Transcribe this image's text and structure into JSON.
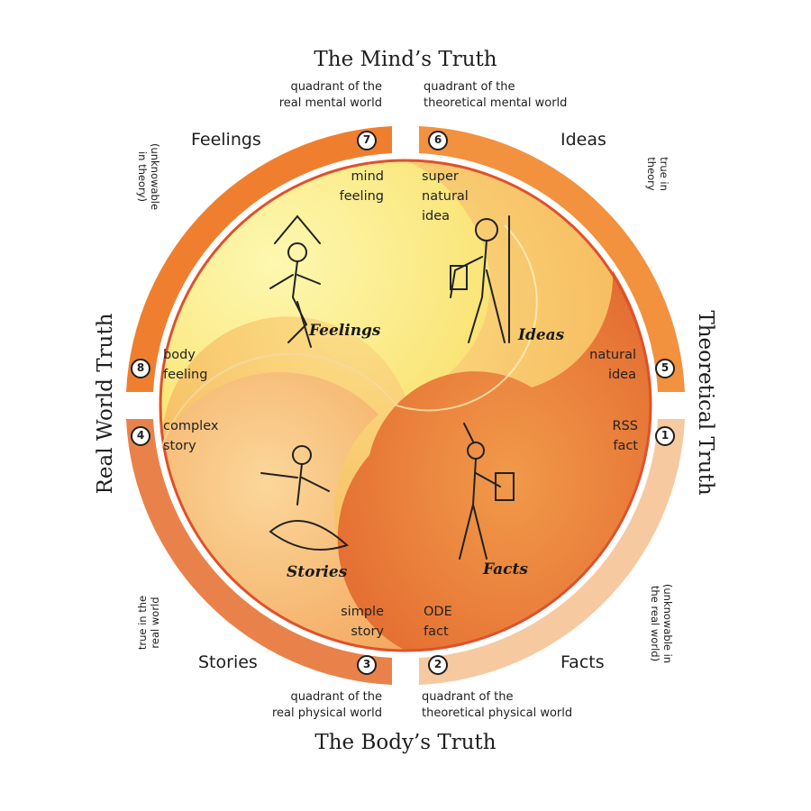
{
  "axes": {
    "top": "The Mind’s Truth",
    "bottom": "The Body’s Truth",
    "left": "Real World Truth",
    "right": "Theoretical Truth"
  },
  "quadrant_names": {
    "feelings": "Feelings",
    "ideas": "Ideas",
    "stories": "Stories",
    "facts": "Facts"
  },
  "quadrant_notes": {
    "top_left": [
      "quadrant of the",
      "real mental world"
    ],
    "top_right": [
      "quadrant of the",
      "theoretical  mental world"
    ],
    "bottom_left": [
      "quadrant of the",
      "real physical world"
    ],
    "bottom_right": [
      "quadrant of the",
      "theoretical physical world"
    ]
  },
  "side_notes": {
    "top_left": [
      "(unknowable",
      "in theory)"
    ],
    "top_right": [
      "true in",
      "theory"
    ],
    "bottom_left": [
      "true in the",
      "real world"
    ],
    "bottom_right": [
      "(unknowable in",
      "the real world)"
    ]
  },
  "inner_labels": {
    "mind_feeling": [
      "mind",
      "feeling"
    ],
    "super_natural_idea": [
      "super",
      "natural",
      "idea"
    ],
    "body_feeling": [
      "body",
      "feeling"
    ],
    "natural_idea": [
      "natural",
      "idea"
    ],
    "complex_story": [
      "complex",
      "story"
    ],
    "rss_fact": [
      "RSS",
      "fact"
    ],
    "simple_story": [
      "simple",
      "story"
    ],
    "ode_fact": [
      "ODE",
      "fact"
    ]
  },
  "figure_captions": {
    "feelings": "Feelings",
    "ideas": "Ideas",
    "stories": "Stories",
    "facts": "Facts"
  },
  "badges": [
    "1",
    "2",
    "3",
    "4",
    "5",
    "6",
    "7",
    "8"
  ],
  "colors": {
    "ring_outer": "#ef7f2e",
    "ring_light": "#f6c69b",
    "feelings_fill": "#fbf08a",
    "ideas_fill": "#f8c25a",
    "stories_fill": "#f6b565",
    "facts_fill": "#e8702c",
    "outline": "#e0502a"
  }
}
